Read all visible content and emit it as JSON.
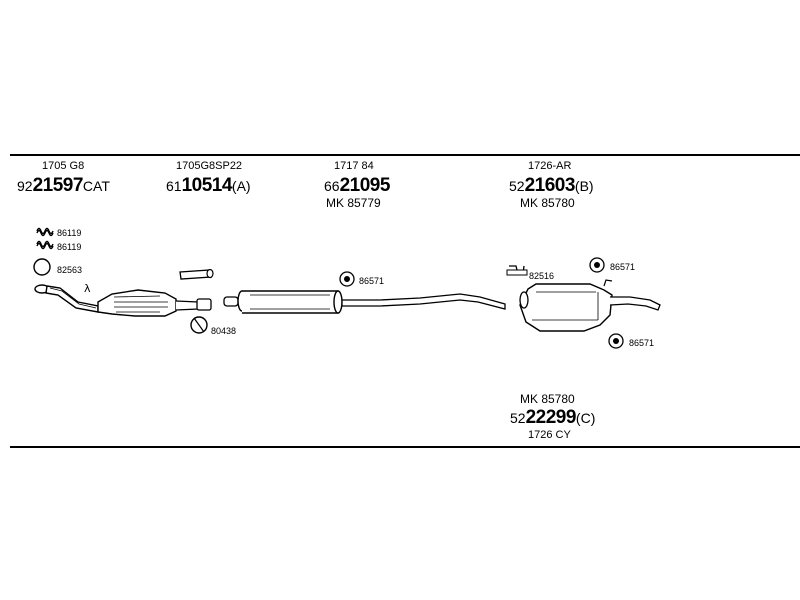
{
  "top": {
    "g1": {
      "code": "1705 G8",
      "pre": "92",
      "big": "21597",
      "suf": "CAT"
    },
    "g2": {
      "code": "1705G8SP22",
      "pre": "61",
      "big": "10514",
      "suf": "(A)"
    },
    "g3": {
      "code": "1717 84",
      "pre": "66",
      "big": "21095",
      "suf": "",
      "mk": "MK 85779"
    },
    "g4": {
      "code": "1726-AR",
      "pre": "52",
      "big": "21603",
      "suf": "(B)",
      "mk": "MK 85780"
    }
  },
  "bottom": {
    "mk": "MK 85780",
    "pre": "52",
    "big": "22299",
    "suf": "(C)",
    "code": "1726 CY"
  },
  "tags": {
    "spring1": "86119",
    "spring2": "86119",
    "ring": "82563",
    "lambda": "λ",
    "clamp": "80438",
    "hanger_mid": "86571",
    "bracket": "82516",
    "hanger_rear_top": "86571",
    "hanger_rear_bot": "86571"
  }
}
